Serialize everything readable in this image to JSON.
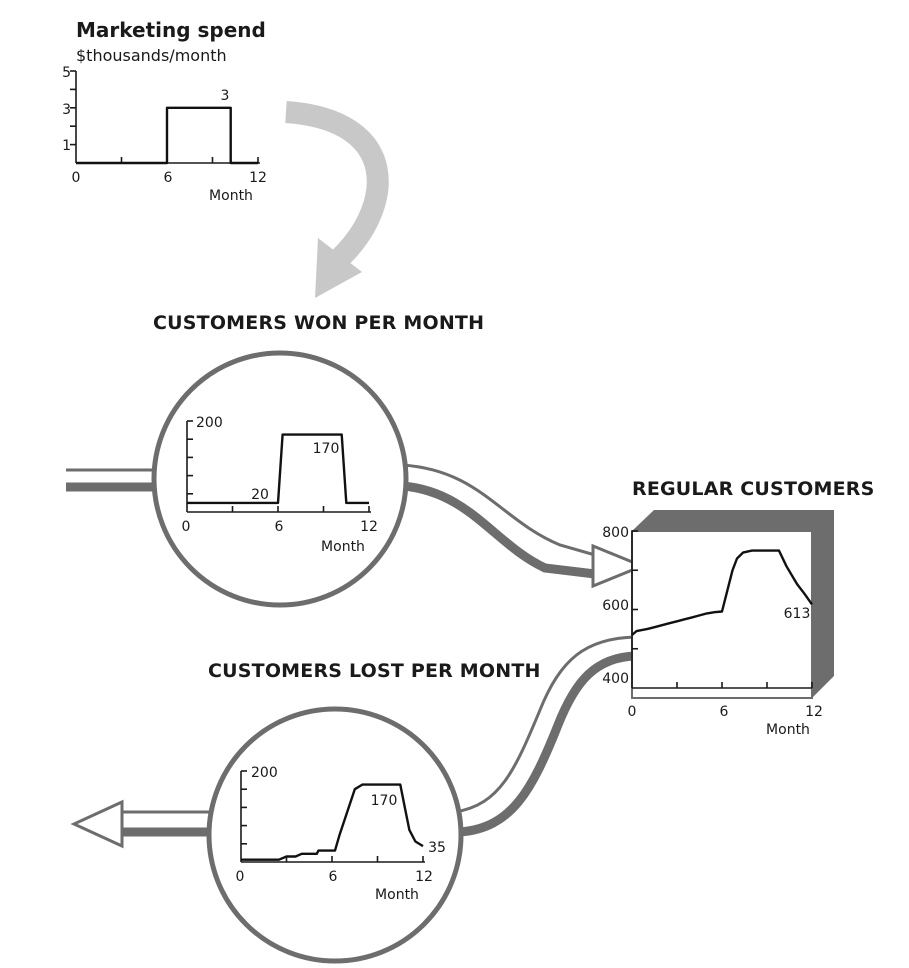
{
  "marketing": {
    "title": "Marketing spend",
    "unit": "$thousands/month",
    "y_ticks": [
      "5",
      "3",
      "1"
    ],
    "x_ticks": [
      "0",
      "6",
      "12"
    ],
    "xlabel": "Month",
    "peak_label": "3"
  },
  "won": {
    "title": "CUSTOMERS WON PER MONTH",
    "y_top": "200",
    "x_ticks": [
      "0",
      "6",
      "12"
    ],
    "xlabel": "Month",
    "base_label": "20",
    "peak_label": "170"
  },
  "lost": {
    "title": "CUSTOMERS LOST PER MONTH",
    "y_top": "200",
    "x_ticks": [
      "0",
      "6",
      "12"
    ],
    "xlabel": "Month",
    "peak_label": "170",
    "end_label": "35"
  },
  "regular": {
    "title": "REGULAR CUSTOMERS",
    "y_ticks": [
      "800",
      "600",
      "400"
    ],
    "x_ticks": [
      "0",
      "6",
      "12"
    ],
    "xlabel": "Month",
    "end_label": "613"
  },
  "colors": {
    "outline": "#6d6d6e",
    "arrow_grey": "#c8c8c9",
    "ink": "#1a1a1a"
  },
  "chart_data": [
    {
      "type": "line",
      "title": "Marketing spend",
      "ylabel": "$thousands/month",
      "xlabel": "Month",
      "xlim": [
        0,
        12
      ],
      "ylim": [
        0,
        5
      ],
      "x": [
        0,
        6,
        6,
        10.2,
        10.2,
        12
      ],
      "y": [
        0,
        0,
        3,
        3,
        0,
        0
      ]
    },
    {
      "type": "line",
      "title": "CUSTOMERS WON PER MONTH",
      "xlabel": "Month",
      "xlim": [
        0,
        12
      ],
      "ylim": [
        0,
        200
      ],
      "x": [
        0,
        6,
        6.3,
        10.2,
        10.5,
        12
      ],
      "y": [
        20,
        20,
        170,
        170,
        20,
        20
      ]
    },
    {
      "type": "line",
      "title": "REGULAR CUSTOMERS",
      "xlabel": "Month",
      "xlim": [
        0,
        12
      ],
      "ylim": [
        400,
        800
      ],
      "x": [
        0,
        0.3,
        1,
        1.5,
        2,
        2.5,
        3,
        3.5,
        4,
        4.5,
        5,
        5.5,
        6,
        6.3,
        6.7,
        7,
        7.4,
        8,
        9,
        9.8,
        10.3,
        11,
        11.5,
        12
      ],
      "y": [
        535,
        545,
        550,
        555,
        560,
        565,
        570,
        575,
        580,
        585,
        590,
        593,
        595,
        640,
        700,
        730,
        745,
        750,
        750,
        750,
        710,
        665,
        640,
        613
      ]
    },
    {
      "type": "line",
      "title": "CUSTOMERS LOST PER MONTH",
      "xlabel": "Month",
      "xlim": [
        0,
        12
      ],
      "ylim": [
        0,
        200
      ],
      "x": [
        0,
        2.5,
        3,
        3.6,
        4,
        5,
        5.1,
        6.2,
        6.5,
        7,
        7.5,
        8,
        9,
        10.5,
        10.8,
        11.1,
        11.5,
        12
      ],
      "y": [
        5,
        5,
        12,
        12,
        18,
        18,
        25,
        25,
        60,
        110,
        160,
        170,
        170,
        170,
        120,
        70,
        45,
        35
      ]
    }
  ]
}
